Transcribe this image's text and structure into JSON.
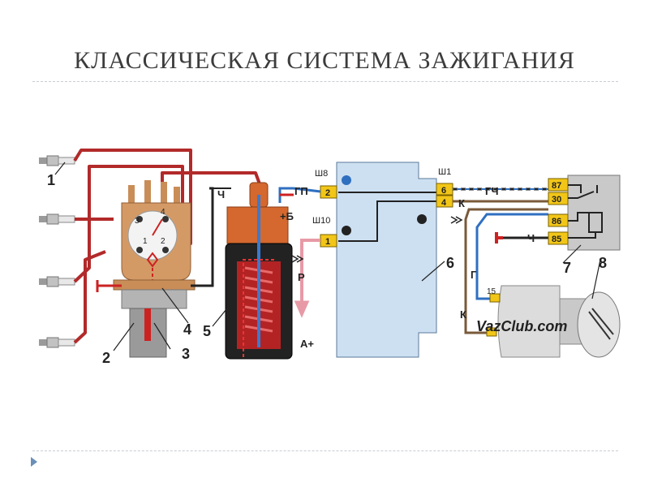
{
  "title": "КЛАССИЧЕСКАЯ СИСТЕМА ЗАЖИГАНИЯ",
  "watermark": "VazClub.com",
  "callouts": {
    "n1": "1",
    "n2": "2",
    "n3": "3",
    "n4": "4",
    "n5": "5",
    "n6": "6",
    "n7": "7",
    "n8": "8"
  },
  "distributor_marks": {
    "d3": "3",
    "d4": "4",
    "d1": "1",
    "d2": "2"
  },
  "coil_labels": {
    "ch": "Ч",
    "plus_b": "+Б"
  },
  "switch": {
    "sh8": "Ш8",
    "sh10": "Ш10",
    "sh1": "Ш1",
    "pin2": "2",
    "pin1": "1",
    "pin6": "6",
    "pin4": "4"
  },
  "wires": {
    "gp": "ГП",
    "gch": "ГЧ",
    "k_top": "К",
    "k_bottom": "К",
    "ch_relay": "Ч",
    "g": "Г",
    "p": "Р",
    "a_plus": "А+"
  },
  "relay_pins": [
    "87",
    "30",
    "86",
    "85"
  ],
  "ignition_pin": "15",
  "colors": {
    "hv_wire": "#b22a2a",
    "distributor": "#d49a66",
    "coil_cap": "#d4682e",
    "coil_body": "#222222",
    "switch_body": "#cde0f2",
    "relay_pin": "#f2c618",
    "wire_blue": "#2f6fc0",
    "wire_brown": "#7a5a3a",
    "arrow_pink": "#e79aa6"
  }
}
